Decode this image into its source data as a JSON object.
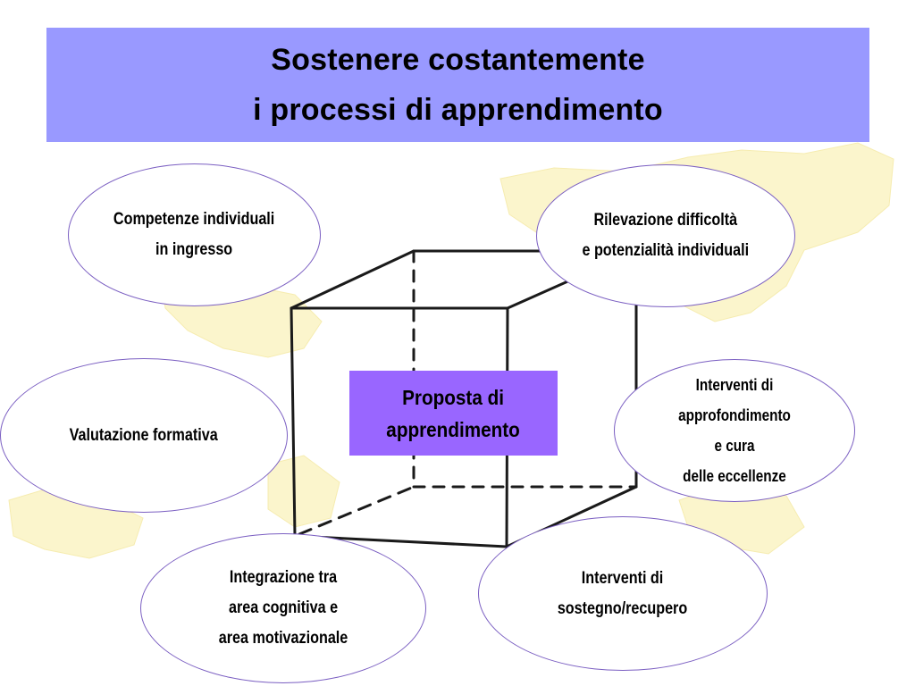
{
  "title": {
    "line1": "Sostenere costantemente",
    "line2": "i processi di apprendimento"
  },
  "center": {
    "label": "Proposta di\napprendimento",
    "color": "#9966ff"
  },
  "nodes": [
    {
      "id": "competenze",
      "label": "Competenze individuali\nin ingresso"
    },
    {
      "id": "rilevazione",
      "label": "Rilevazione difficoltà\ne potenzialità individuali"
    },
    {
      "id": "valutazione",
      "label": "Valutazione formativa"
    },
    {
      "id": "approfondimento",
      "label": "Interventi di\napprofondimento\ne cura\ndelle eccellenze"
    },
    {
      "id": "integrazione",
      "label": "Integrazione tra\narea cognitiva e\narea  motivazionale"
    },
    {
      "id": "sostegno",
      "label": "Interventi di\nsostegno/recupero"
    }
  ],
  "colors": {
    "banner": "#9999ff",
    "bubble_border": "#7b5fc2",
    "background_map": "#fbf5c8"
  }
}
